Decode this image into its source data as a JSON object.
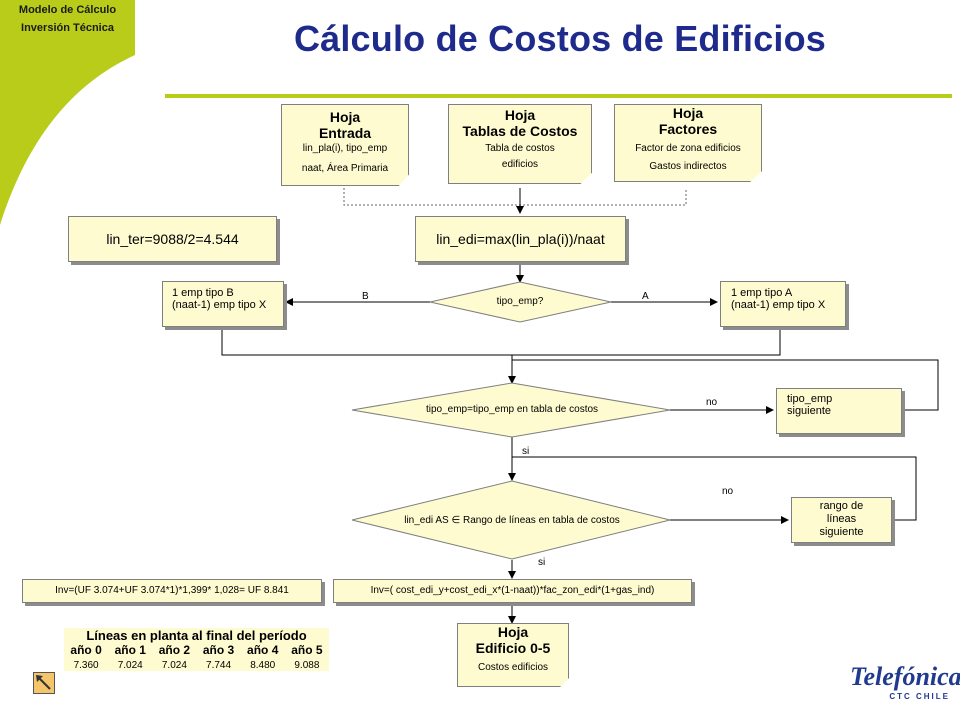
{
  "header": {
    "model_label": "Modelo de Cálculo",
    "section_label": "Inversión Técnica",
    "title": "Cálculo de Costos de Edificios"
  },
  "sheets": {
    "entrada": {
      "title1": "Hoja",
      "title2": "Entrada",
      "desc1": "lin_pla(i), tipo_emp",
      "desc2": "naat, Área Primaria"
    },
    "tablas": {
      "title1": "Hoja",
      "title2": "Tablas de Costos",
      "desc1": "Tabla de costos",
      "desc2": "edificios"
    },
    "factores": {
      "title1": "Hoja",
      "title2": "Factores",
      "desc1": "Factor de zona edificios",
      "desc2": "Gastos indirectos"
    },
    "edificio": {
      "title1": "Hoja",
      "title2": "Edificio 0-5",
      "desc1": "Costos edificios"
    }
  },
  "boxes": {
    "lin_ter": "lin_ter=9088/2=4.544",
    "lin_edi": "lin_edi=max(lin_pla(i))/naat",
    "tipo_b_1": "1 emp tipo B",
    "tipo_b_2": "(naat-1) emp tipo X",
    "tipo_a_1": "1 emp tipo A",
    "tipo_a_2": "(naat-1) emp tipo X",
    "tipo_sig_1": "tipo_emp",
    "tipo_sig_2": "siguiente",
    "rango_1": "rango de",
    "rango_2": "líneas",
    "rango_3": "siguiente",
    "inv_formula": "Inv=( cost_edi_y+cost_edi_x*(1-naat))*fac_zon_edi*(1+gas_ind)",
    "inv_value": "Inv=(UF 3.074+UF 3.074*1)*1,399* 1,028= UF 8.841"
  },
  "decisions": {
    "tipo_emp": "tipo_emp?",
    "tipo_match": "tipo_emp=tipo_emp en tabla de costos",
    "rango": "lin_edi AS ∈  Rango de líneas en tabla de costos"
  },
  "branch_labels": {
    "b": "B",
    "a": "A",
    "no1": "no",
    "si1": "si",
    "no2": "no",
    "si2": "si"
  },
  "lines_table": {
    "caption": "Líneas en planta al final del período",
    "years": [
      "año 0",
      "año 1",
      "año 2",
      "año 3",
      "año 4",
      "año 5"
    ],
    "values": [
      "7.360",
      "7.024",
      "7.024",
      "7.744",
      "8.480",
      "9.088"
    ]
  },
  "logo": {
    "word": "Telefónica",
    "sub": "CTC CHILE"
  },
  "colors": {
    "accent_green": "#b9cc1a",
    "title_blue": "#1f2b8c",
    "box_fill": "#fffbd0"
  }
}
